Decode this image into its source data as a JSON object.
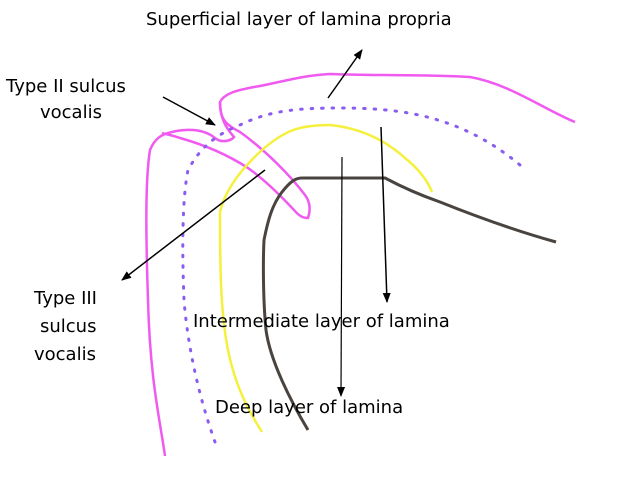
{
  "labels": {
    "superficial": "Superficial layer of lamina propria",
    "type2_line1": "Type II sulcus",
    "type2_line2": "vocalis",
    "type3_line1": "Type III",
    "type3_line2": "sulcus",
    "type3_line3": "vocalis",
    "intermediate": "Intermediate layer of lamina",
    "deep": "Deep layer of lamina"
  },
  "colors": {
    "epithelium": "#f05af0",
    "superficial_boundary": "#8a5cf0",
    "intermediate_boundary": "#f5f03c",
    "deep_boundary": "#4a4440",
    "arrow": "#000000"
  }
}
